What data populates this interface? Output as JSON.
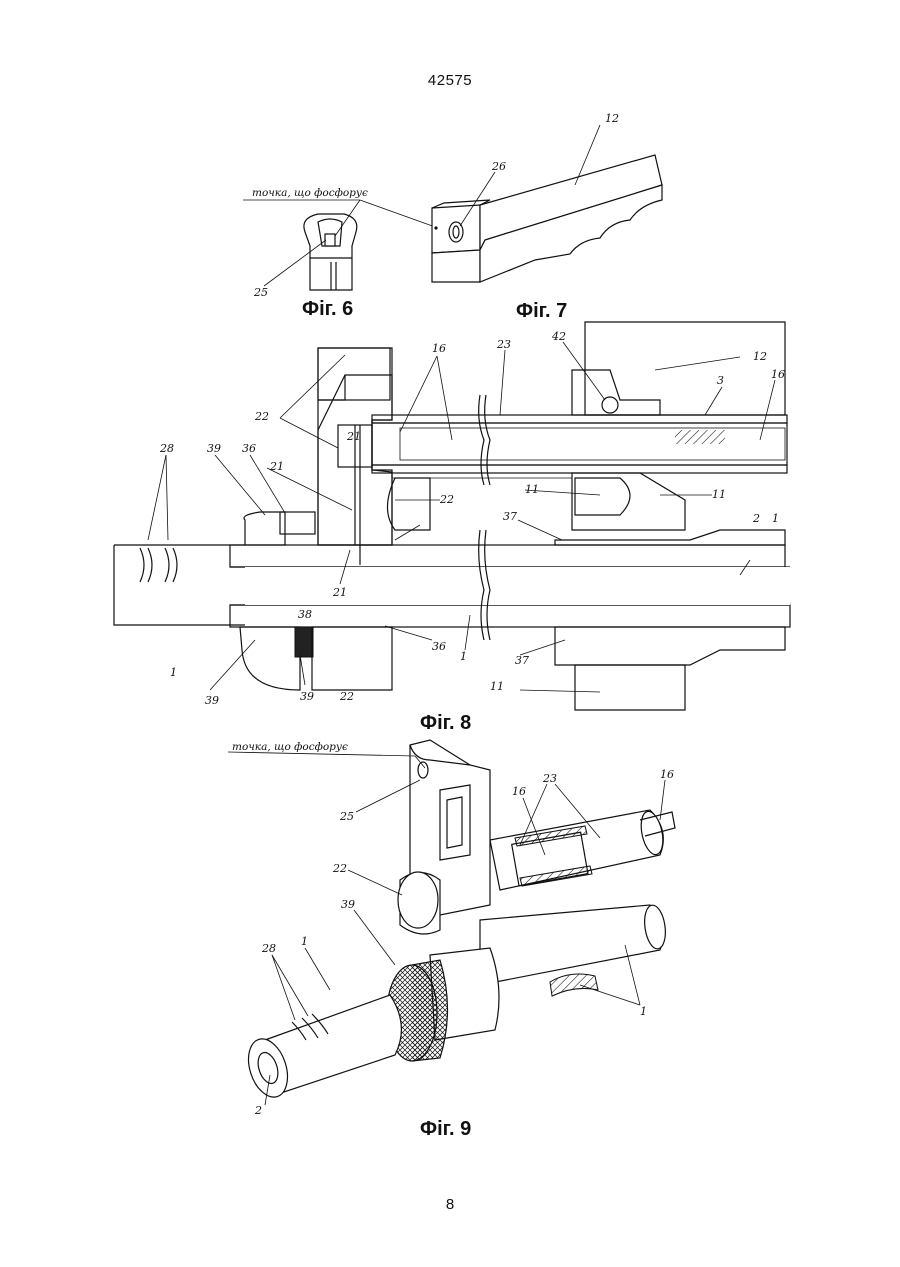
{
  "header": {
    "doc_number": "42575"
  },
  "footer": {
    "page_number": "8"
  },
  "figures": {
    "fig6": {
      "caption": "Фіг. 6",
      "note": "точка, що фосфорує",
      "labels": [
        "25"
      ]
    },
    "fig7": {
      "caption": "Фіг. 7",
      "labels": [
        "12",
        "26"
      ]
    },
    "fig8": {
      "caption": "Фіг. 8",
      "labels": [
        "16",
        "23",
        "42",
        "12",
        "3",
        "16",
        "22",
        "21",
        "28",
        "39",
        "36",
        "21",
        "22",
        "11",
        "11",
        "37",
        "2",
        "1",
        "21",
        "1",
        "38",
        "36",
        "1",
        "37",
        "39",
        "39",
        "22",
        "11"
      ]
    },
    "fig9": {
      "caption": "Фіг. 9",
      "note": "точка, що фосфорує",
      "labels": [
        "16",
        "23",
        "25",
        "16",
        "22",
        "39",
        "28",
        "1",
        "1",
        "2"
      ]
    }
  }
}
